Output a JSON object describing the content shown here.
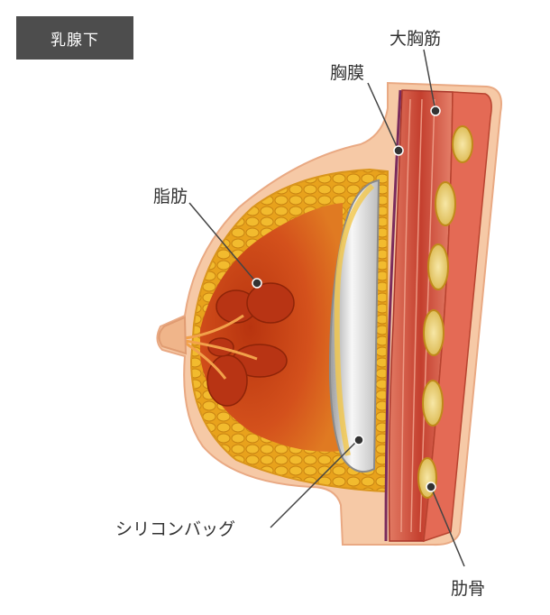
{
  "title_tag": "乳腺下",
  "labels": {
    "pectoralis_major": "大胸筋",
    "pectoral_fascia": "胸膜",
    "fat": "脂肪",
    "silicone_bag": "シリコンバッグ",
    "rib": "肋骨"
  },
  "colors": {
    "skin": "#f6c9a6",
    "fat": "#f0b928",
    "gland": "#c8441a",
    "implant": "#e4e4e4",
    "muscle": "#c94636",
    "rib": "#f3dc8a",
    "leader": "#444444"
  }
}
